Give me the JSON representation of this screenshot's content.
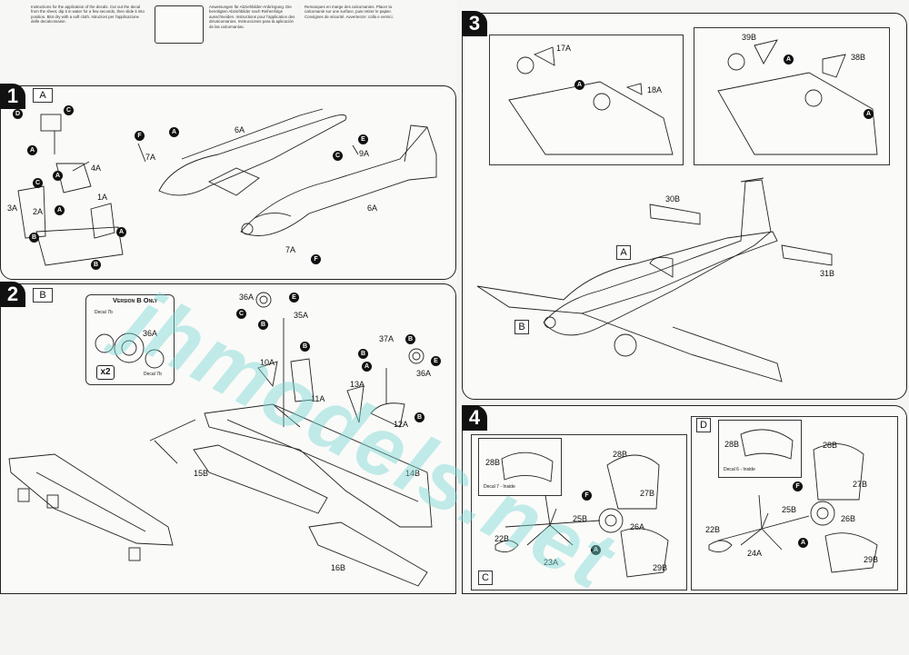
{
  "header_text": {
    "col1": "Instructions for the application of the decals. Cut out the decal from the sheet, dip it in water for a few seconds, then slide it into position. Blot dry with a soft cloth. Istruzioni per l'applicazione delle decalcomanie.",
    "col2": "Anweisungen für Abziehbilder-Anbringung. Die benötigten Abziehbilder nach Reihenfolge ausschneiden. Instructions pour l'application des décalcomanies. Instrucciones para la aplicación de las calcomanías.",
    "col3": "Remarques en marge des calcomanies. Placer la calcomanie sur une surface, puis retirer le papier. Consignes de sécurité. Avvertenze: colla e vernici."
  },
  "steps": {
    "s1": {
      "number": "1",
      "sub": "A"
    },
    "s2": {
      "number": "2",
      "sub": "B"
    },
    "s3": {
      "number": "3",
      "sub_a": "A",
      "sub_b": "B"
    },
    "s4": {
      "number": "4",
      "sub_c": "C",
      "sub_d": "D"
    }
  },
  "version_box": {
    "title": "Version B Only",
    "decal_top": "Decal 7b",
    "decal_bottom": "Decal 7b",
    "part": "36A",
    "qty": "x2"
  },
  "inset_c_caption": "Decal 7 - Inside",
  "inset_d_caption": "Decal 6 - Inside",
  "watermark": "jhmodels.net",
  "callouts": {
    "a": "A",
    "b": "B",
    "c": "C",
    "d": "D",
    "e": "E",
    "f": "F"
  },
  "parts1": [
    "6A",
    "4A",
    "3A",
    "2A",
    "1A",
    "7A",
    "9A",
    "6A",
    "7A"
  ],
  "parts2": [
    "36A",
    "35A",
    "37A",
    "10A",
    "11A",
    "13A",
    "12A",
    "36A",
    "14B",
    "15B",
    "16B"
  ],
  "parts3": [
    "17A",
    "18A",
    "39B",
    "38B",
    "30B",
    "31B"
  ],
  "parts4c": [
    "28B",
    "28B",
    "27B",
    "25B",
    "26A",
    "22B",
    "23A",
    "29B"
  ],
  "parts4d": [
    "28B",
    "28B",
    "27B",
    "25B",
    "26B",
    "22B",
    "24A",
    "29B"
  ]
}
